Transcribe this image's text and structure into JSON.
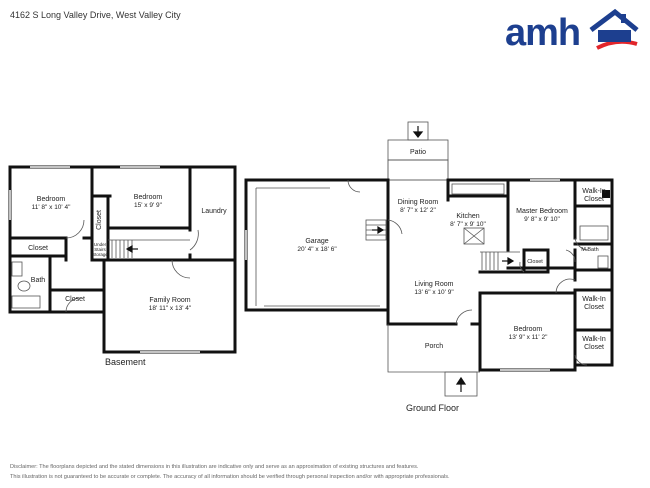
{
  "address": "4162 S Long Valley Drive, West Valley City",
  "logo": {
    "text": "amh",
    "icon": "house-roof-icon",
    "brand_color": "#1d3f8f",
    "accent_color": "#e1252b"
  },
  "levels": {
    "basement": "Basement",
    "ground": "Ground Floor"
  },
  "rooms": {
    "bedroom_a": {
      "name": "Bedroom",
      "dim": "11' 8\" x 10' 4\""
    },
    "bedroom_b": {
      "name": "Bedroom",
      "dim": "15' x 9' 9\""
    },
    "closet_vertical": "Closet",
    "laundry": "Laundry",
    "closet_basement_1": "Closet",
    "under_stairs": "Under\nStairs\nStorage",
    "bath": "Bath",
    "closet_basement_2": "Closet",
    "family_room": {
      "name": "Family Room",
      "dim": "18' 11\" x 13' 4\""
    },
    "garage": {
      "name": "Garage",
      "dim": "20' 4\" x 18' 6\""
    },
    "patio": "Patio",
    "dining": {
      "name": "Dining Room",
      "dim": "8' 7\" x 12' 2\""
    },
    "kitchen": {
      "name": "Kitchen",
      "dim": "8' 7\" x 9' 10\""
    },
    "master": {
      "name": "Master Bedroom",
      "dim": "9' 8\" x 9' 10\""
    },
    "walkin_1": "Walk-In\nCloset",
    "mbath": "M.Bath",
    "closet_ground": "Closet",
    "living": {
      "name": "Living Room",
      "dim": "13' 6\" x 10' 9\""
    },
    "walkin_2": "Walk-In\nCloset",
    "bedroom_c": {
      "name": "Bedroom",
      "dim": "13' 9\" x 11' 2\""
    },
    "walkin_3": "Walk-In\nCloset",
    "porch": "Porch"
  },
  "disclaimer": [
    "Disclaimer: The floorplans depicted and the stated dimensions in this illustration are indicative only and serve as an approximation of existing structures and features.",
    "This illustration is not guaranteed to be accurate or complete. The accuracy of all information should be verified through personal inspection and/or with appropriate professionals."
  ]
}
